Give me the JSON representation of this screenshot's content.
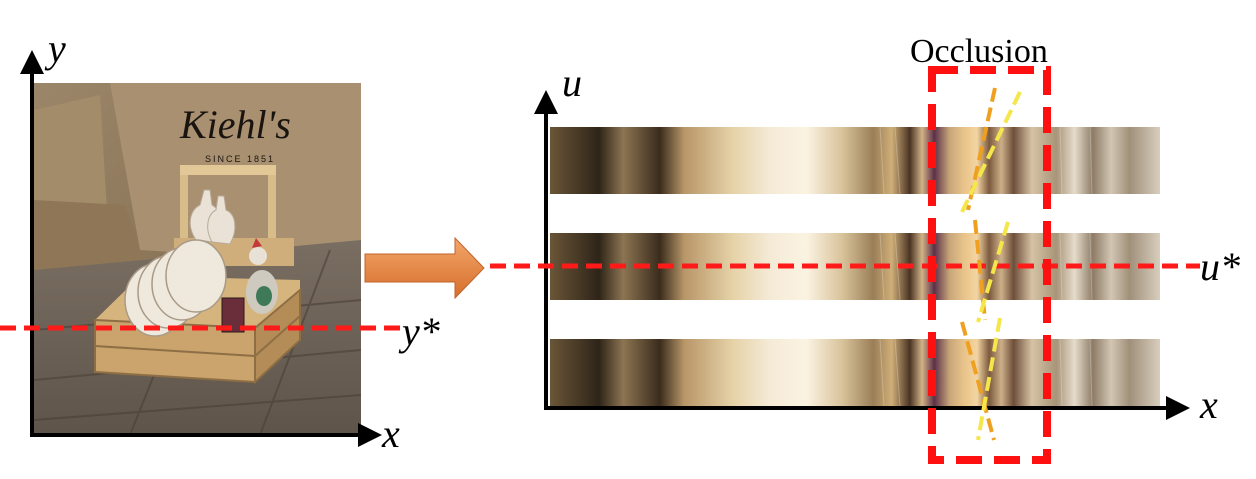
{
  "left_panel": {
    "y_axis_label": "y",
    "x_axis_label": "x",
    "slice_label": "y*",
    "logo_text": "Kiehl's",
    "logo_subtext": "SINCE 1851"
  },
  "right_panel": {
    "u_axis_label": "u",
    "x_axis_label": "x",
    "slice_label": "u*",
    "occlusion_label": "Occlusion"
  },
  "colors": {
    "dashed_line": "#ff1a1a",
    "arrow": "#e9884a",
    "occlusion_box": "#ff1010",
    "orange_trace": "#f0a020",
    "yellow_trace": "#f5e64a"
  }
}
